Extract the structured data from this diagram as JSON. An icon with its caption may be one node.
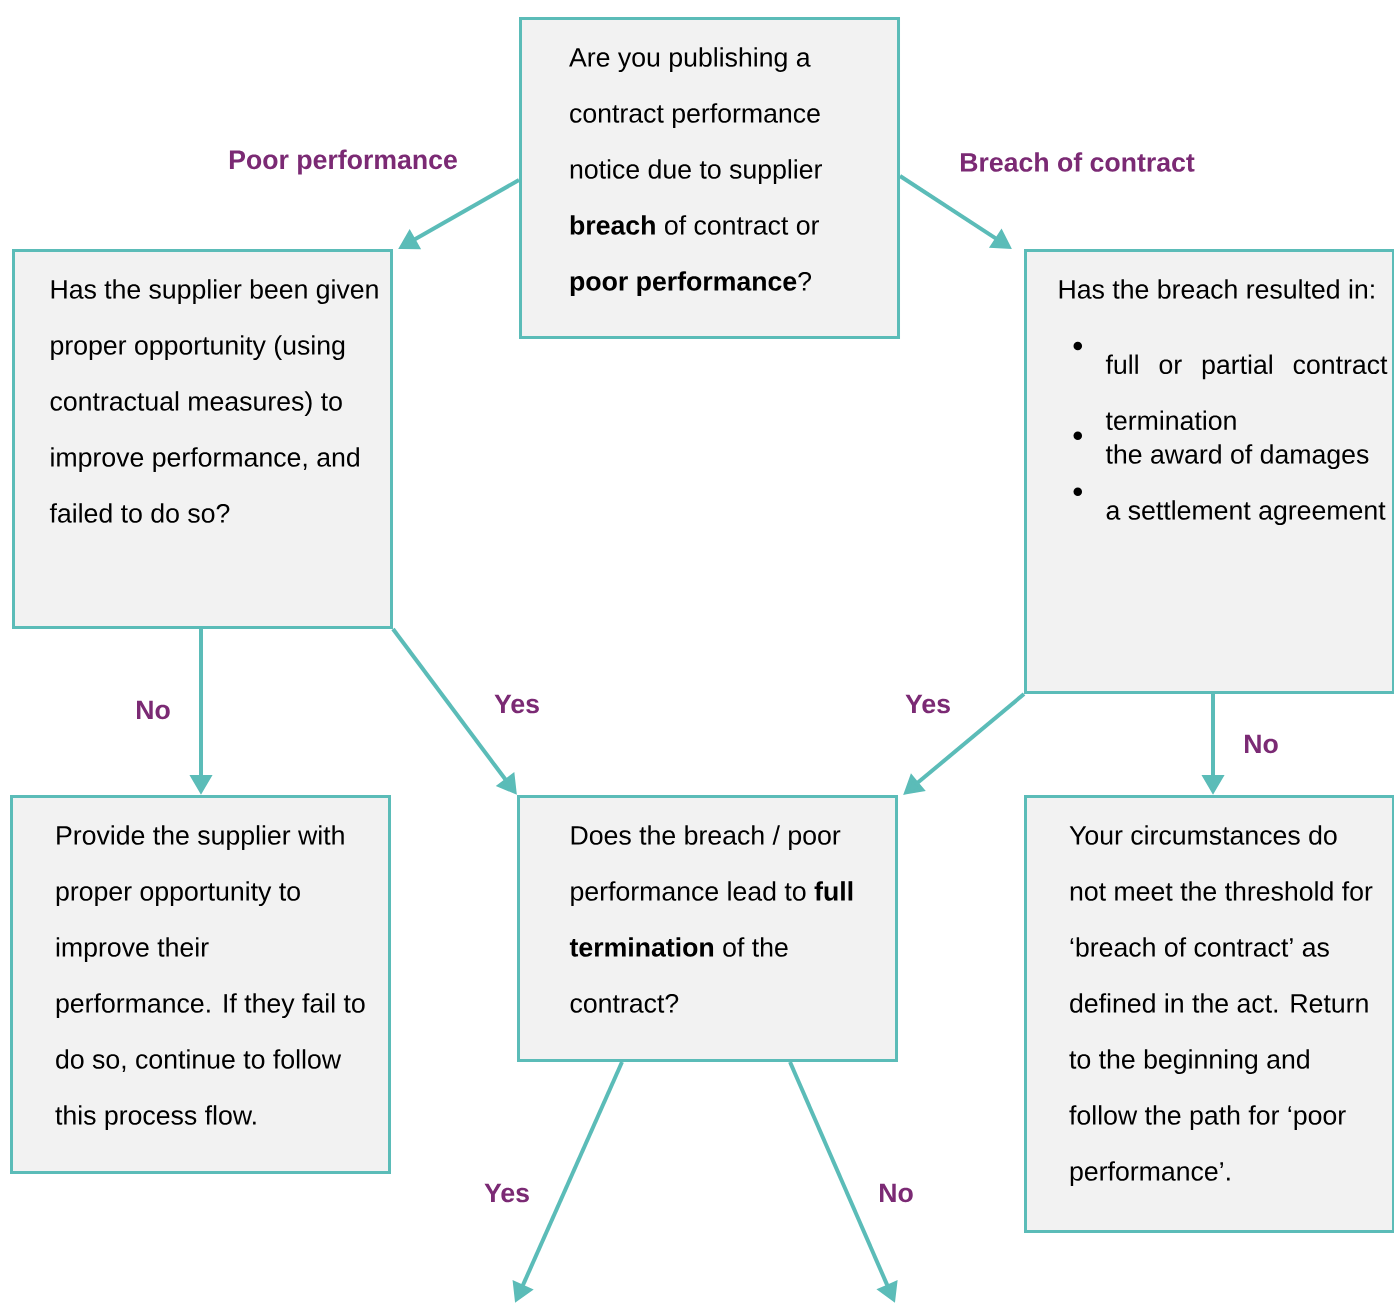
{
  "diagram": {
    "nodes": [
      {
        "text": [
          "Are you publishing a contract performance notice due to supplier **breach** of contract or **poor performance**?"
        ]
      },
      {
        "text": [
          "Has the supplier been given proper opportunity (using contractual measures) to improve performance, and failed to do so?"
        ]
      },
      {
        "text": [
          "Has the breach resulted in:",
          "full or partial contract termination",
          "the award of damages",
          "a settlement agreement"
        ]
      },
      {
        "text": [
          "Provide the supplier with proper opportunity to improve their performance. If they fail to do so, continue to follow this process flow."
        ]
      },
      {
        "text": [
          "Does the breach / poor performance lead to **full termination** of the contract?"
        ]
      },
      {
        "text": [
          "Your circumstances do not meet the threshold for ‘breach of contract’ as defined in the act. Return to the beginning and follow the path for ‘poor performance’."
        ]
      }
    ],
    "edges": [
      {
        "from": 0,
        "to": 1,
        "arrow": "to",
        "label": "Poor performance"
      },
      {
        "from": 0,
        "to": 2,
        "arrow": "to",
        "label": "Breach of contract"
      },
      {
        "from": 1,
        "to": 3,
        "arrow": "to",
        "label": "No"
      },
      {
        "from": 1,
        "to": 4,
        "arrow": "to",
        "label": "Yes"
      },
      {
        "from": 2,
        "to": 4,
        "arrow": "to",
        "label": "Yes"
      },
      {
        "from": 2,
        "to": 5,
        "arrow": "to",
        "label": "No"
      },
      {
        "from": 4,
        "to": null,
        "arrow": "to",
        "label": "Yes"
      },
      {
        "from": 4,
        "to": null,
        "arrow": "to",
        "label": "No"
      }
    ]
  }
}
